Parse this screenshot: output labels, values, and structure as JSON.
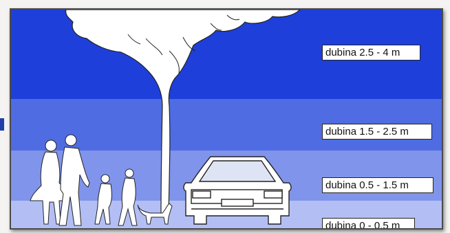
{
  "depth_zones": [
    {
      "label": "dubina 2.5 - 4 m",
      "color": "#1e3fd9"
    },
    {
      "label": "dubina 1.5 - 2.5 m",
      "color": "#4f6ce2"
    },
    {
      "label": "dubina 0.5 - 1.5 m",
      "color": "#7f94ea"
    },
    {
      "label": "dubina 0 - 0.5 m",
      "color": "#b3bff4"
    }
  ],
  "colors": {
    "silhouette": "#ffffff",
    "outline": "#222222",
    "frame_border": "#4a4a4a",
    "accent_tab": "#1f3faa"
  },
  "icons": [
    "tree-icon",
    "people-icon",
    "dog-icon",
    "car-icon"
  ]
}
